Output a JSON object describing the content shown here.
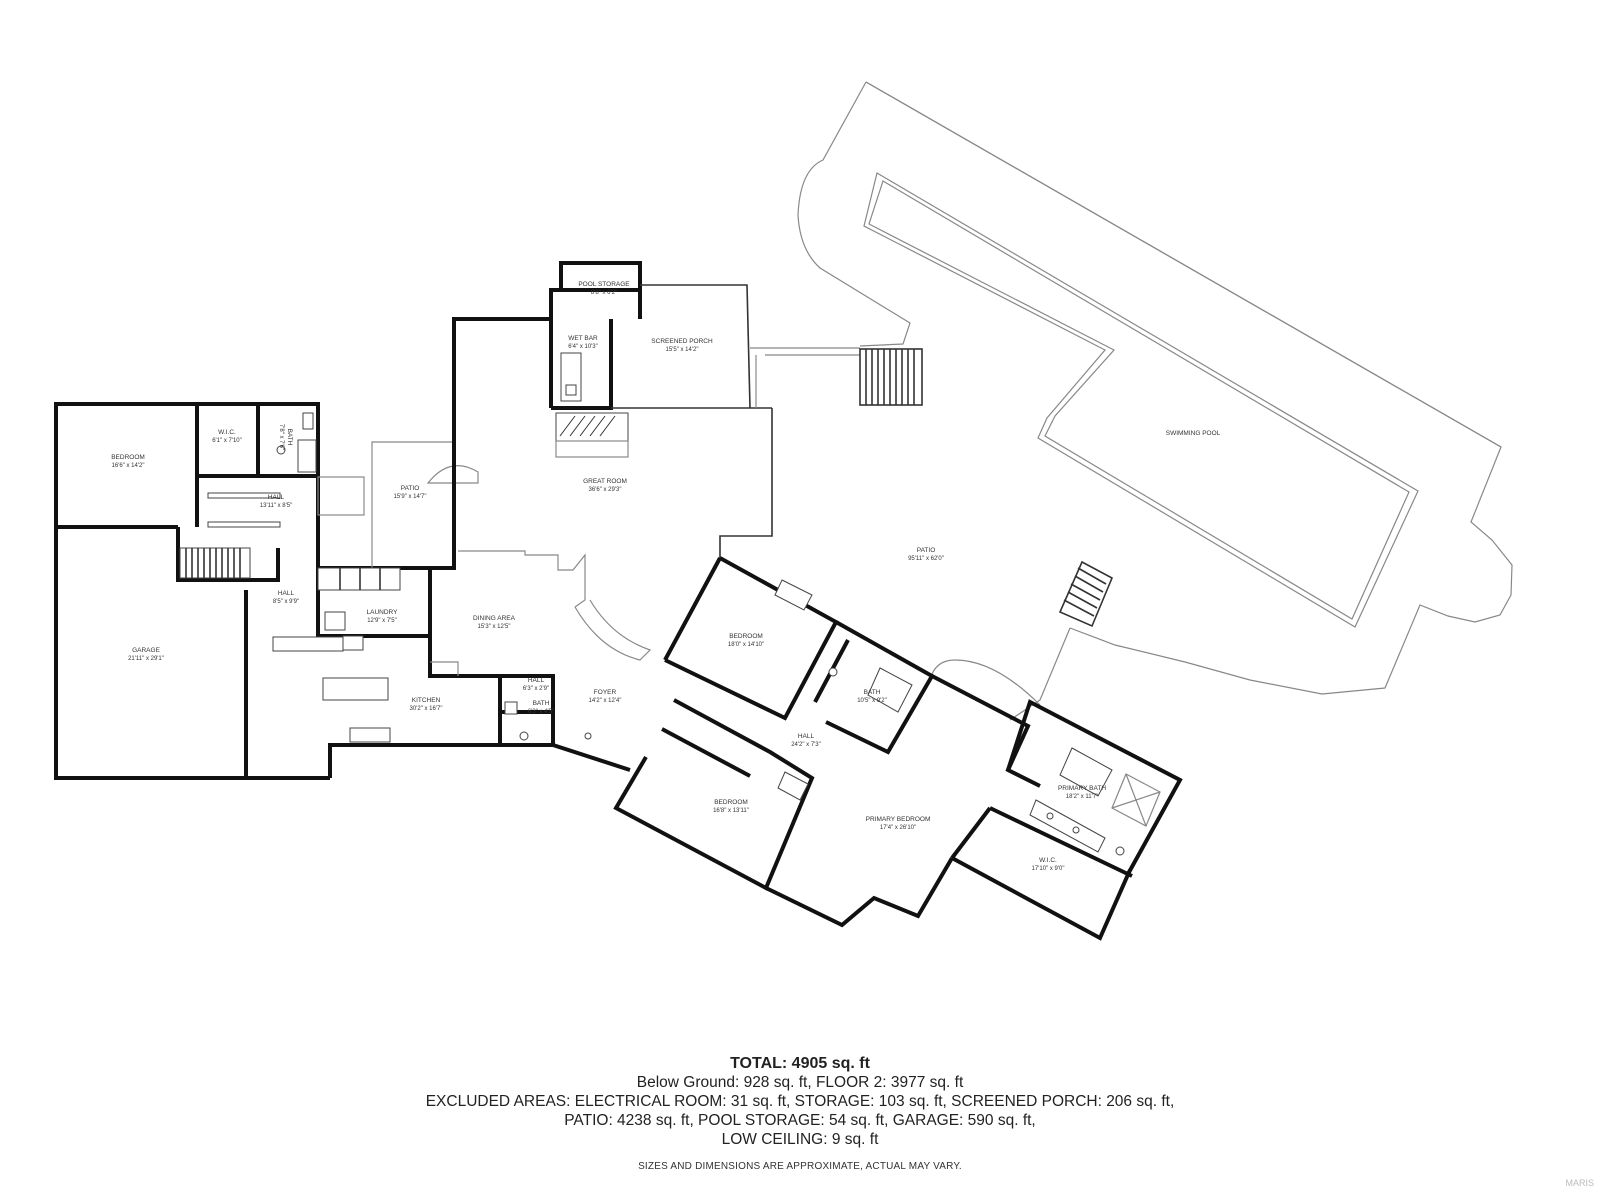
{
  "rooms": [
    {
      "key": "bedroom_west",
      "name": "BEDROOM",
      "dims": "16'6\" x 14'2\""
    },
    {
      "key": "wic_west",
      "name": "W.I.C.",
      "dims": "6'1\" x 7'10\""
    },
    {
      "key": "bath_west",
      "name": "BATH",
      "dims": "7'8\" x 7'6\""
    },
    {
      "key": "hall_west",
      "name": "HALL",
      "dims": "13'11\" x 8'5\""
    },
    {
      "key": "patio_small",
      "name": "PATIO",
      "dims": "15'9\" x 14'7\""
    },
    {
      "key": "hall_small",
      "name": "HALL",
      "dims": "8'5\" x 9'9\""
    },
    {
      "key": "laundry",
      "name": "LAUNDRY",
      "dims": "12'9\" x 7'5\""
    },
    {
      "key": "garage",
      "name": "GARAGE",
      "dims": "21'11\" x 29'1\""
    },
    {
      "key": "kitchen",
      "name": "KITCHEN",
      "dims": "30'2\" x 16'7\""
    },
    {
      "key": "dining",
      "name": "DINING AREA",
      "dims": "15'3\" x 12'5\""
    },
    {
      "key": "hall_mid",
      "name": "HALL",
      "dims": "6'3\" x 2'9\""
    },
    {
      "key": "bath_mid",
      "name": "BATH",
      "dims": "6'3\" x 4'5\""
    },
    {
      "key": "foyer",
      "name": "FOYER",
      "dims": "14'2\" x 12'4\""
    },
    {
      "key": "great_room",
      "name": "GREAT ROOM",
      "dims": "36'6\" x 29'3\""
    },
    {
      "key": "pool_storage",
      "name": "POOL STORAGE",
      "dims": "8'8\" x 6'2\""
    },
    {
      "key": "wet_bar",
      "name": "WET BAR",
      "dims": "6'4\" x 10'3\""
    },
    {
      "key": "screened_porch",
      "name": "SCREENED PORCH",
      "dims": "15'5\" x 14'2\""
    },
    {
      "key": "swimming_pool",
      "name": "SWIMMING POOL",
      "dims": ""
    },
    {
      "key": "patio_large",
      "name": "PATIO",
      "dims": "95'11\" x 62'0\""
    },
    {
      "key": "bedroom_east",
      "name": "BEDROOM",
      "dims": "18'0\" x 14'10\""
    },
    {
      "key": "bath_east",
      "name": "BATH",
      "dims": "10'5\" x 9'2\""
    },
    {
      "key": "hall_east",
      "name": "HALL",
      "dims": "24'2\" x 7'3\""
    },
    {
      "key": "bedroom_south",
      "name": "BEDROOM",
      "dims": "16'8\" x 13'11\""
    },
    {
      "key": "primary_bedroom",
      "name": "PRIMARY BEDROOM",
      "dims": "17'4\" x 26'10\""
    },
    {
      "key": "primary_bath",
      "name": "PRIMARY BATH",
      "dims": "18'2\" x 11'7\""
    },
    {
      "key": "wic_primary",
      "name": "W.I.C.",
      "dims": "17'10\" x 9'0\""
    }
  ],
  "summary": {
    "total": "TOTAL: 4905 sq. ft",
    "line1": "Below Ground: 928 sq. ft, FLOOR 2: 3977 sq. ft",
    "line2": "EXCLUDED AREAS: ELECTRICAL ROOM: 31 sq. ft, STORAGE: 103 sq. ft, SCREENED PORCH: 206 sq. ft,",
    "line3": "PATIO: 4238 sq. ft, POOL STORAGE: 54 sq. ft, GARAGE: 590 sq. ft,",
    "line4": "LOW CEILING: 9 sq. ft"
  },
  "disclaimer": "SIZES AND DIMENSIONS ARE APPROXIMATE, ACTUAL MAY VARY.",
  "watermark": "MARIS"
}
